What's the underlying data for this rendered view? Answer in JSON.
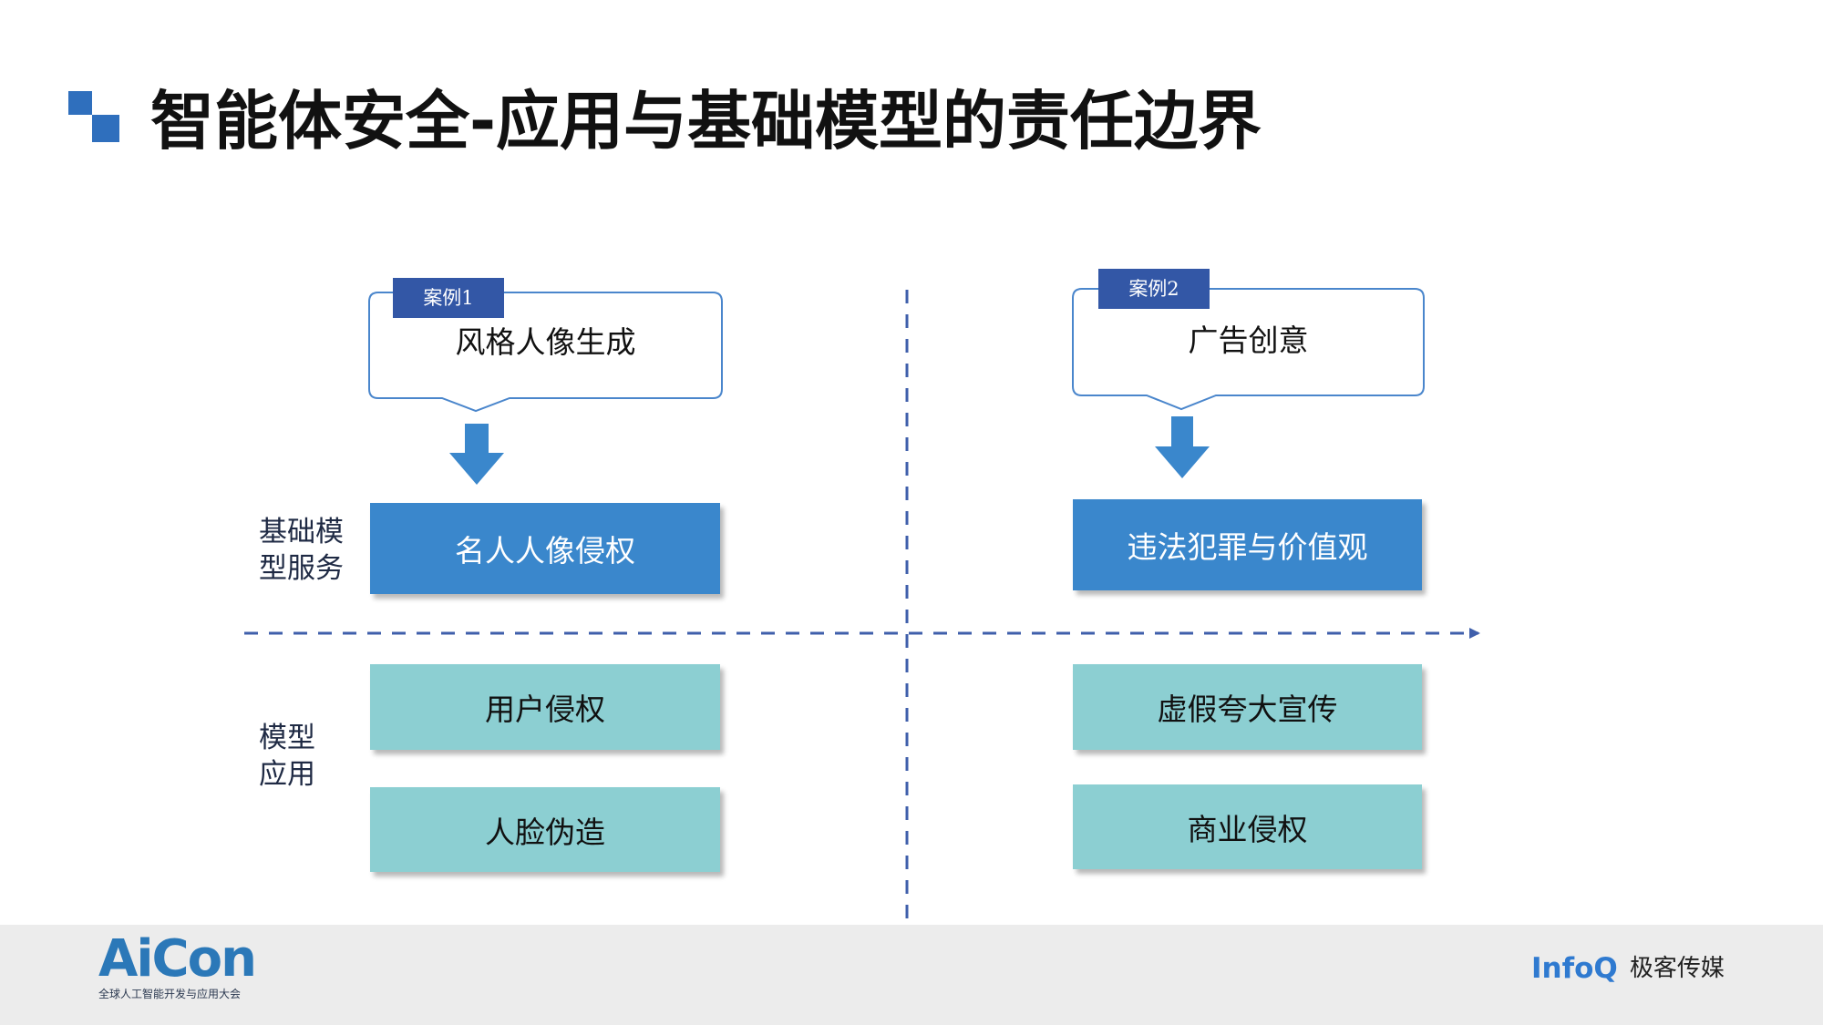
{
  "title": "智能体安全-应用与基础模型的责任边界",
  "row_labels": {
    "foundation": "基础模\n型服务",
    "application": "模型\n应用"
  },
  "cases": [
    {
      "tag": "案例1",
      "scenario": "风格人像生成",
      "foundation_issue": "名人人像侵权",
      "application_issues": [
        "用户侵权",
        "人脸伪造"
      ]
    },
    {
      "tag": "案例2",
      "scenario": "广告创意",
      "foundation_issue": "违法犯罪与价值观",
      "application_issues": [
        "虚假夸大宣传",
        "商业侵权"
      ]
    }
  ],
  "footer": {
    "logo": "AiCon",
    "logo_subtitle": "全球人工智能开发与应用大会",
    "brand_en": "InfoQ",
    "brand_cn": "极客传媒"
  },
  "colors": {
    "foundation_box": "#3a87cc",
    "application_box": "#8ccfd2",
    "accent": "#2f6fbd",
    "tag": "#3357a6",
    "divider": "#3f5fab"
  }
}
